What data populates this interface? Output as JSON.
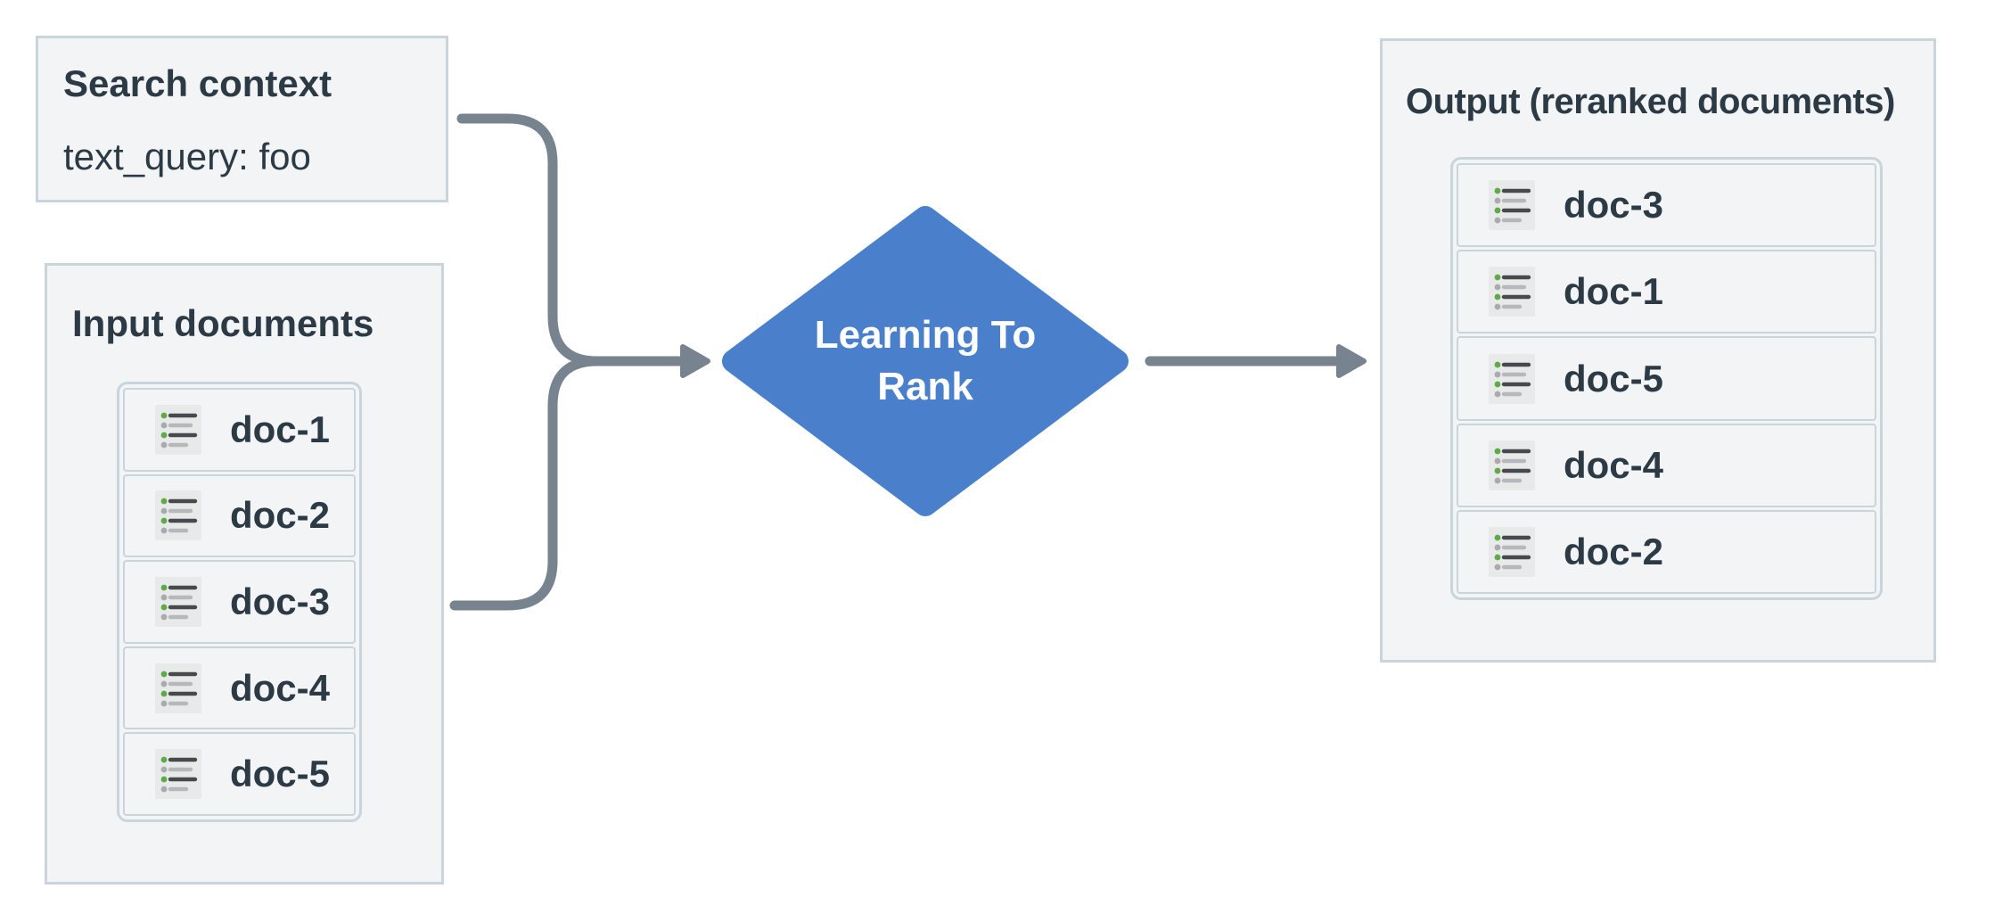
{
  "colors": {
    "page-bg": "#ffffff",
    "box-bg": "#f2f4f6",
    "box-border": "#c9d4db",
    "text": "#2c3a45",
    "connector": "#77838f",
    "diamond": "#4a80cb",
    "diamond-text": "#ffffff",
    "icon-bg": "#e8e9e9",
    "icon-line-dark": "#47494c",
    "icon-line-light": "#b6b9bb",
    "icon-dot-green": "#5faa48",
    "icon-dot-gray": "#a9acae"
  },
  "search_context": {
    "title": "Search context",
    "query": "text_query: foo"
  },
  "input_documents": {
    "title": "Input documents",
    "docs": [
      "doc-1",
      "doc-2",
      "doc-3",
      "doc-4",
      "doc-5"
    ]
  },
  "ranker": {
    "label": "Learning To Rank"
  },
  "output": {
    "title": "Output (reranked documents)",
    "docs": [
      "doc-3",
      "doc-1",
      "doc-5",
      "doc-4",
      "doc-2"
    ]
  },
  "icons": {
    "doc_icon_name": "bullet-list-icon"
  }
}
